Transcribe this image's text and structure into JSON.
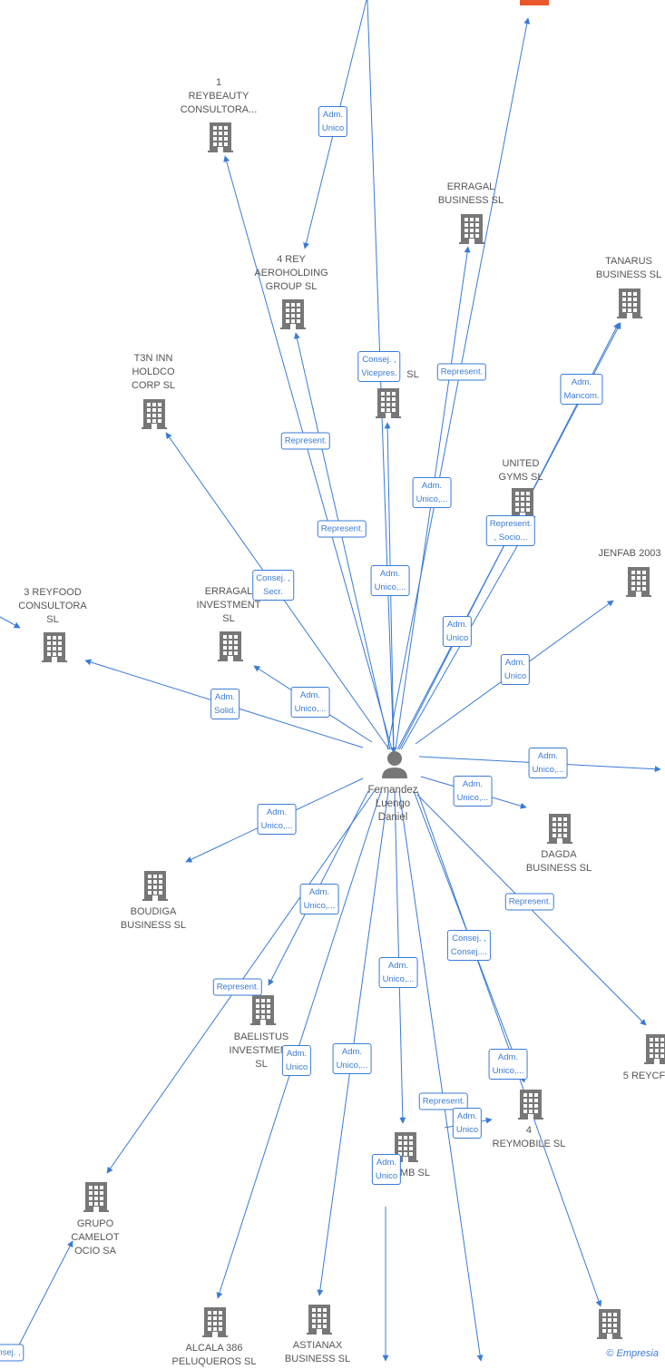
{
  "center": {
    "id": "center",
    "lines": [
      "Fernandez",
      "Luengo",
      "Daniel"
    ]
  },
  "nodes": [
    {
      "id": "n_top_red",
      "lines": [],
      "color": "#e8582c"
    },
    {
      "id": "n_reybeauty",
      "lines": [
        "1",
        "REYBEAUTY",
        "CONSULTORA..."
      ]
    },
    {
      "id": "n_erragal_bus",
      "lines": [
        "ERRAGAL",
        "BUSINESS  SL"
      ]
    },
    {
      "id": "n_tanarus",
      "lines": [
        "TANARUS",
        "BUSINESS  SL"
      ]
    },
    {
      "id": "n_4rey_aero",
      "lines": [
        "4 REY",
        "AEROHOLDING",
        "GROUP  SL"
      ]
    },
    {
      "id": "n_t3n",
      "lines": [
        "T3N INN",
        "HOLDCO",
        "CORP  SL"
      ]
    },
    {
      "id": "n_mid_sl",
      "lines": [
        "SL"
      ]
    },
    {
      "id": "n_united",
      "lines": [
        "UNITED",
        "GYMS  SL"
      ]
    },
    {
      "id": "n_jenfab",
      "lines": [
        "JENFAB 2003"
      ]
    },
    {
      "id": "n_3reyfood",
      "lines": [
        "3 REYFOOD",
        "CONSULTORA",
        "SL"
      ]
    },
    {
      "id": "n_erragal_inv",
      "lines": [
        "ERRAGAL",
        "INVESTMENT",
        "SL"
      ]
    },
    {
      "id": "n_dagda",
      "lines": [
        "DAGDA",
        "BUSINESS  SL"
      ]
    },
    {
      "id": "n_boudiga",
      "lines": [
        "BOUDIGA",
        "BUSINESS  SL"
      ]
    },
    {
      "id": "n_baelistus",
      "lines": [
        "BAELISTUS",
        "INVESTMENT",
        "SL"
      ]
    },
    {
      "id": "n_5rey",
      "lines": [
        "5 REYCF"
      ]
    },
    {
      "id": "n_4reymobile",
      "lines": [
        "4",
        "REYMOBILE  SL"
      ]
    },
    {
      "id": "n_mob",
      "lines": [
        "M...OMB SL"
      ]
    },
    {
      "id": "n_camelot",
      "lines": [
        "GRUPO",
        "CAMELOT",
        "OCIO SA"
      ]
    },
    {
      "id": "n_alcala",
      "lines": [
        "ALCALA 386",
        "PELUQUEROS SL"
      ]
    },
    {
      "id": "n_astianax",
      "lines": [
        "ASTIANAX",
        "BUSINESS  SL"
      ]
    },
    {
      "id": "n_bottom_right",
      "lines": []
    }
  ],
  "edge_labels": [
    {
      "id": "l1",
      "lines": [
        "Adm.",
        "Unico"
      ]
    },
    {
      "id": "l2",
      "lines": [
        "Consej. ,",
        "Vicepres."
      ]
    },
    {
      "id": "l3",
      "lines": [
        "Represent."
      ]
    },
    {
      "id": "l4",
      "lines": [
        "Adm.",
        "Mancom."
      ]
    },
    {
      "id": "l5",
      "lines": [
        "Represent."
      ]
    },
    {
      "id": "l6",
      "lines": [
        "Adm.",
        "Unico,..."
      ]
    },
    {
      "id": "l7",
      "lines": [
        "Represent."
      ]
    },
    {
      "id": "l8",
      "lines": [
        "Represent.",
        ", Socio..."
      ]
    },
    {
      "id": "l9",
      "lines": [
        "Consej. ,",
        "Secr."
      ]
    },
    {
      "id": "l10",
      "lines": [
        "Adm.",
        "Unico,..."
      ]
    },
    {
      "id": "l11",
      "lines": [
        "Adm.",
        "Unico"
      ]
    },
    {
      "id": "l12",
      "lines": [
        "Adm.",
        "Unico"
      ]
    },
    {
      "id": "l13",
      "lines": [
        "Adm.",
        "Solid."
      ]
    },
    {
      "id": "l14",
      "lines": [
        "Adm.",
        "Unico,..."
      ]
    },
    {
      "id": "l15",
      "lines": [
        "Adm.",
        "Unico,..."
      ]
    },
    {
      "id": "l16",
      "lines": [
        "Adm.",
        "Unico,..."
      ]
    },
    {
      "id": "l17",
      "lines": [
        "Adm.",
        "Unico,..."
      ]
    },
    {
      "id": "l18",
      "lines": [
        "Adm.",
        "Unico,..."
      ]
    },
    {
      "id": "l19",
      "lines": [
        "Represent."
      ]
    },
    {
      "id": "l20",
      "lines": [
        "Consej. ,",
        "Consej...."
      ]
    },
    {
      "id": "l21",
      "lines": [
        "Represent."
      ]
    },
    {
      "id": "l22",
      "lines": [
        "Adm.",
        "Unico,..."
      ]
    },
    {
      "id": "l23",
      "lines": [
        "Adm.",
        "Unico"
      ]
    },
    {
      "id": "l24",
      "lines": [
        "Adm.",
        "Unico,..."
      ]
    },
    {
      "id": "l25",
      "lines": [
        "Adm.",
        "Unico,..."
      ]
    },
    {
      "id": "l26",
      "lines": [
        "Represent."
      ]
    },
    {
      "id": "l27",
      "lines": [
        "Adm.",
        "Unico"
      ]
    },
    {
      "id": "l28",
      "lines": [
        "Adm.",
        "Unico"
      ]
    },
    {
      "id": "l29",
      "lines": [
        "nsej. ,"
      ]
    }
  ],
  "footer": {
    "copyright": "©",
    "brand": "Empresia"
  },
  "colors": {
    "edge": "#3a7bd5",
    "building": "#777777",
    "accent": "#e8582c"
  }
}
